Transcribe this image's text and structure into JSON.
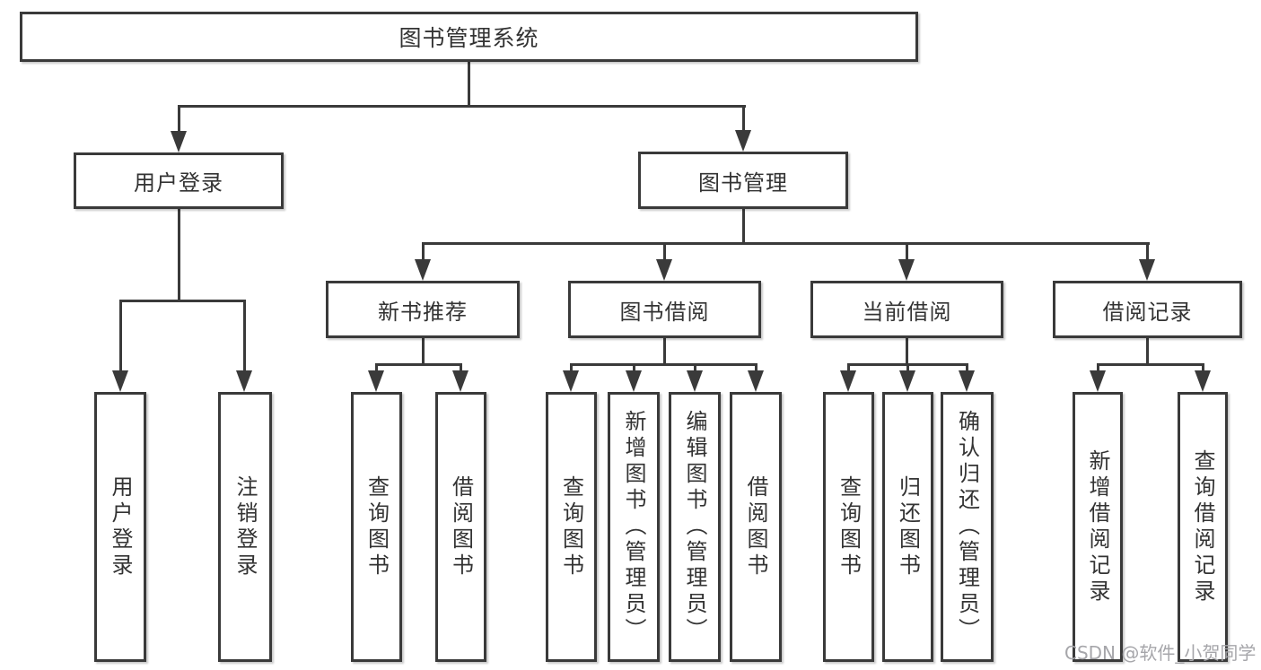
{
  "diagram": {
    "root": {
      "label": "图书管理系统"
    },
    "branches": [
      {
        "label": "用户登录",
        "children": [
          {
            "label": "用户登录"
          },
          {
            "label": "注销登录"
          }
        ]
      },
      {
        "label": "图书管理",
        "children": [
          {
            "label": "新书推荐",
            "children": [
              {
                "label": "查询图书"
              },
              {
                "label": "借阅图书"
              }
            ]
          },
          {
            "label": "图书借阅",
            "children": [
              {
                "label": "查询图书"
              },
              {
                "label": "新增图书（管理员）"
              },
              {
                "label": "编辑图书（管理员）"
              },
              {
                "label": "借阅图书"
              }
            ]
          },
          {
            "label": "当前借阅",
            "children": [
              {
                "label": "查询图书"
              },
              {
                "label": "归还图书"
              },
              {
                "label": "确认归还（管理员）"
              }
            ]
          },
          {
            "label": "借阅记录",
            "children": [
              {
                "label": "新增借阅记录"
              },
              {
                "label": "查询借阅记录"
              }
            ]
          }
        ]
      }
    ]
  },
  "watermark": {
    "text": "CSDN @软件_小贺同学"
  },
  "colors": {
    "line": "#3a3a3a",
    "text": "#333333",
    "background": "#ffffff",
    "watermark": "#a6a6aa"
  }
}
